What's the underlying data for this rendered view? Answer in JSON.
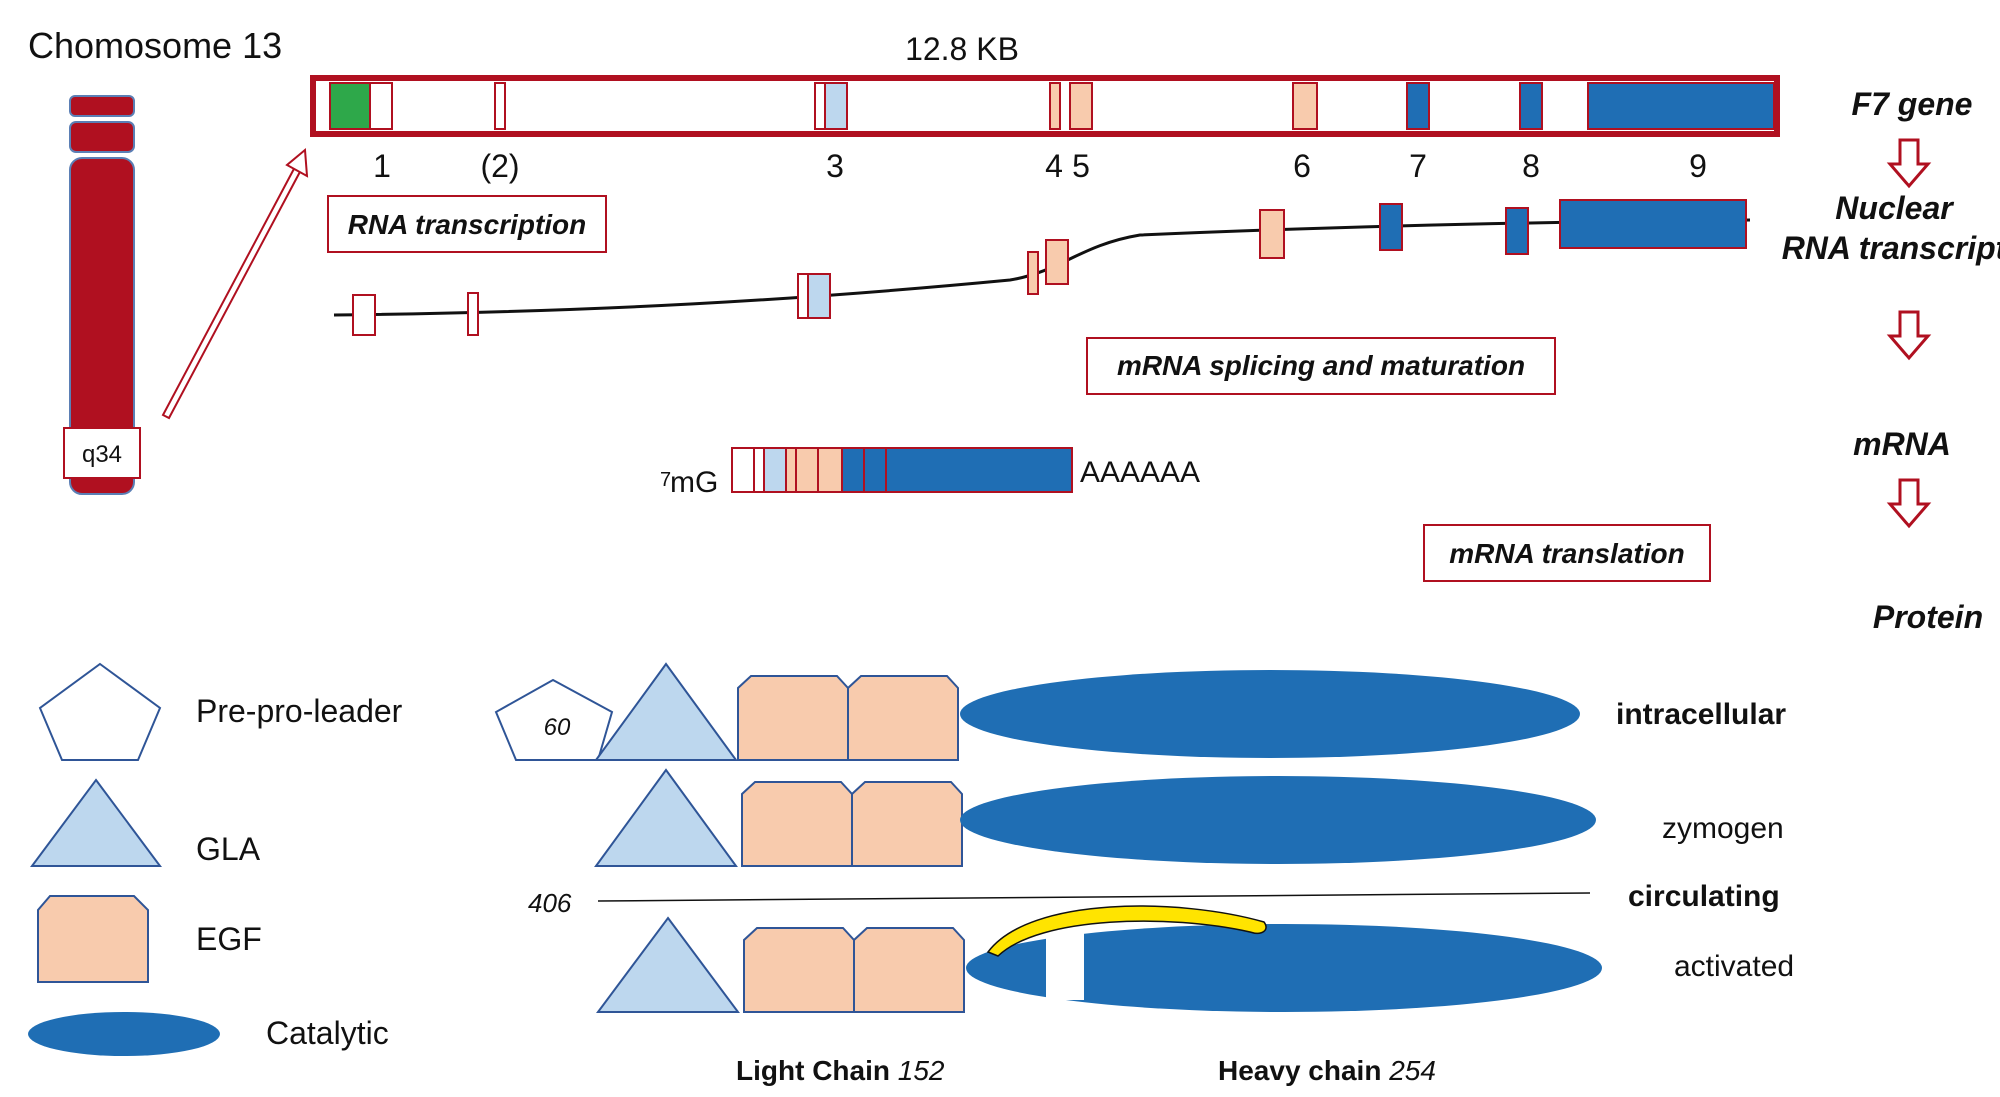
{
  "colors": {
    "red": "#b01020",
    "green": "#2ea84a",
    "lightblue": "#bdd7ee",
    "peach": "#f8cbad",
    "blue": "#1f6eb4",
    "yellow": "#ffe400"
  },
  "chromosome": {
    "title": "Chomosome 13",
    "band": "q34"
  },
  "gene": {
    "size_label": "12.8 KB",
    "exon_labels": [
      "1",
      "(2)",
      "3",
      "4",
      "5",
      "6",
      "7",
      "8",
      "9"
    ]
  },
  "stages": {
    "gene": "F7 gene",
    "nuclear_line1": "Nuclear",
    "nuclear_line2": "RNA transcript",
    "mrna": "mRNA",
    "protein": "Protein"
  },
  "processes": {
    "transcription": "RNA transcription",
    "splicing": "mRNA splicing and maturation",
    "translation": "mRNA translation"
  },
  "mrna": {
    "cap_sup": "7",
    "cap": "mG",
    "tail": "AAAAAA"
  },
  "legend": {
    "leader": "Pre-pro-leader",
    "gla": "GLA",
    "egf": "EGF",
    "catalytic": "Catalytic"
  },
  "protein": {
    "leader_count": "60",
    "intracellular": "intracellular",
    "zymogen": "zymogen",
    "circulating_count": "406",
    "circulating": "circulating",
    "activated": "activated",
    "light_chain": "Light Chain",
    "light_chain_count": "152",
    "heavy_chain": "Heavy chain",
    "heavy_chain_count": "254"
  }
}
